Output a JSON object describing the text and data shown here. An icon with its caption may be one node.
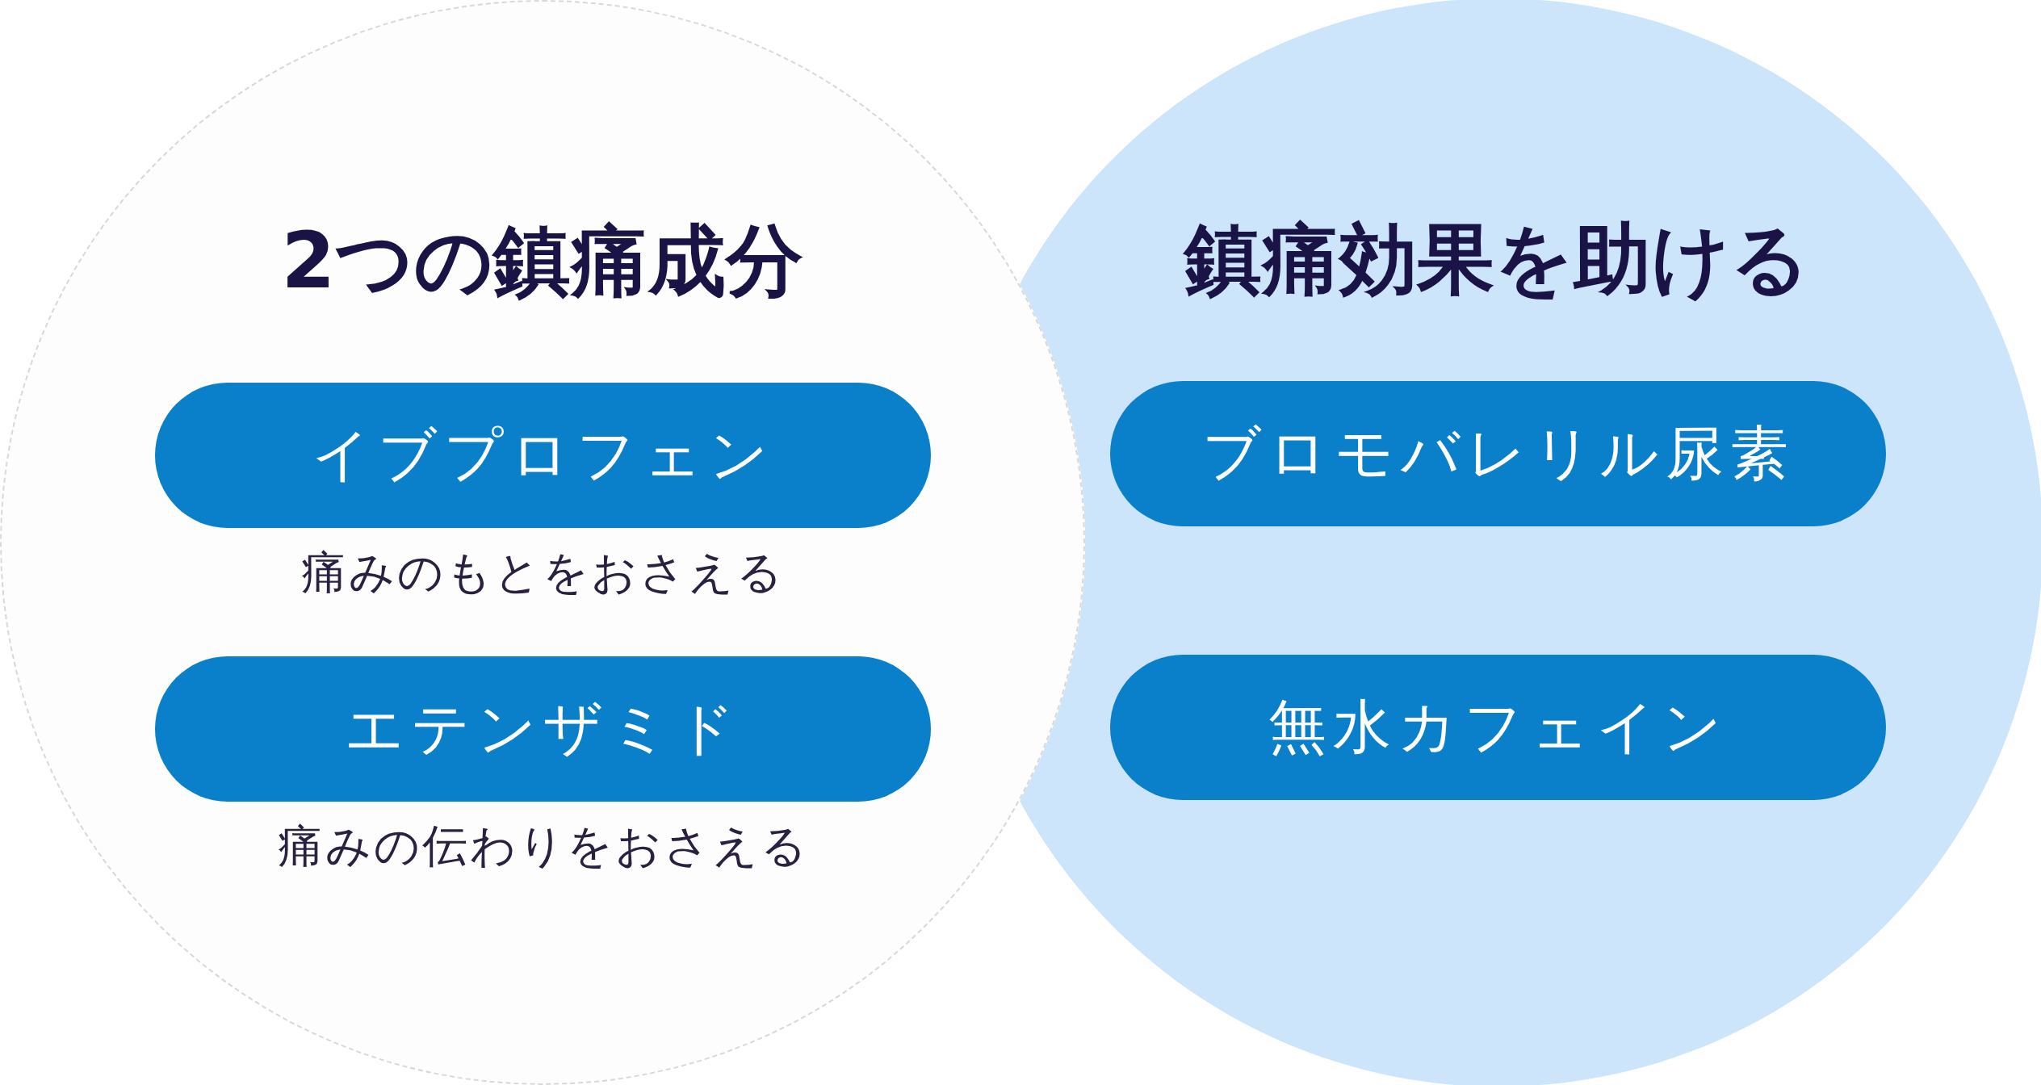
{
  "diagram": {
    "nodes": [
      {
        "text": [
          "鎮痛効果を助ける"
        ]
      },
      {
        "text": [
          "2つの鎮痛成分"
        ]
      },
      {
        "text": [
          "イブプロフェン"
        ],
        "in": 1,
        "beside": [
          "痛みのもとをおさえる"
        ]
      },
      {
        "text": [
          "エテンザミド"
        ],
        "in": 1,
        "beside": [
          "痛みの伝わりをおさえる"
        ]
      },
      {
        "text": [
          "ブロモバレリル尿素"
        ],
        "in": 0
      },
      {
        "text": [
          "無水カフェイン"
        ],
        "in": 0
      }
    ]
  }
}
